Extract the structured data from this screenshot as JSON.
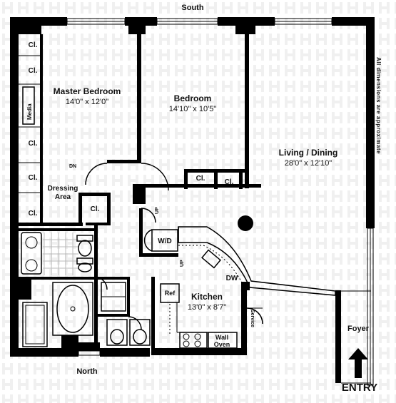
{
  "compass": {
    "south": "South",
    "north": "North"
  },
  "note": "All dimensions are approximate",
  "rooms": {
    "master_bedroom": {
      "name": "Master Bedroom",
      "dims": "14'0\" x 12'0\""
    },
    "bedroom": {
      "name": "Bedroom",
      "dims": "14'10\" x 10'5\""
    },
    "living_dining": {
      "name": "Living / Dining",
      "dims": "28'0\" x 12'10\""
    },
    "kitchen": {
      "name": "Kitchen",
      "dims": "13'0\" x 8'7\""
    },
    "dressing_area": {
      "line1": "Dressing",
      "line2": "Area"
    },
    "foyer": {
      "name": "Foyer"
    }
  },
  "labels": {
    "closet": "Cl.",
    "media": "Media",
    "dn": "DN",
    "up": "UP",
    "wd": "W/D",
    "dw": "DW",
    "ref": "Ref",
    "wall_oven_1": "Wall",
    "wall_oven_2": "Oven",
    "service": "Service",
    "entry": "ENTRY"
  }
}
